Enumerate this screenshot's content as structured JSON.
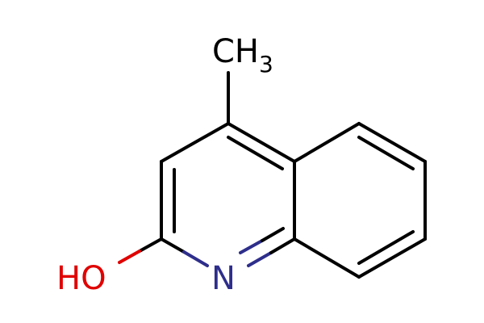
{
  "molecule": {
    "atoms": {
      "methyl": {
        "main": "CH",
        "subscript": "3"
      },
      "hydroxyl": {
        "text": "HO"
      },
      "nitrogen": {
        "text": "N"
      }
    },
    "colors": {
      "bond": "#000000",
      "nitrogen": "#2e2e8c",
      "oxygen": "#e00000"
    }
  }
}
